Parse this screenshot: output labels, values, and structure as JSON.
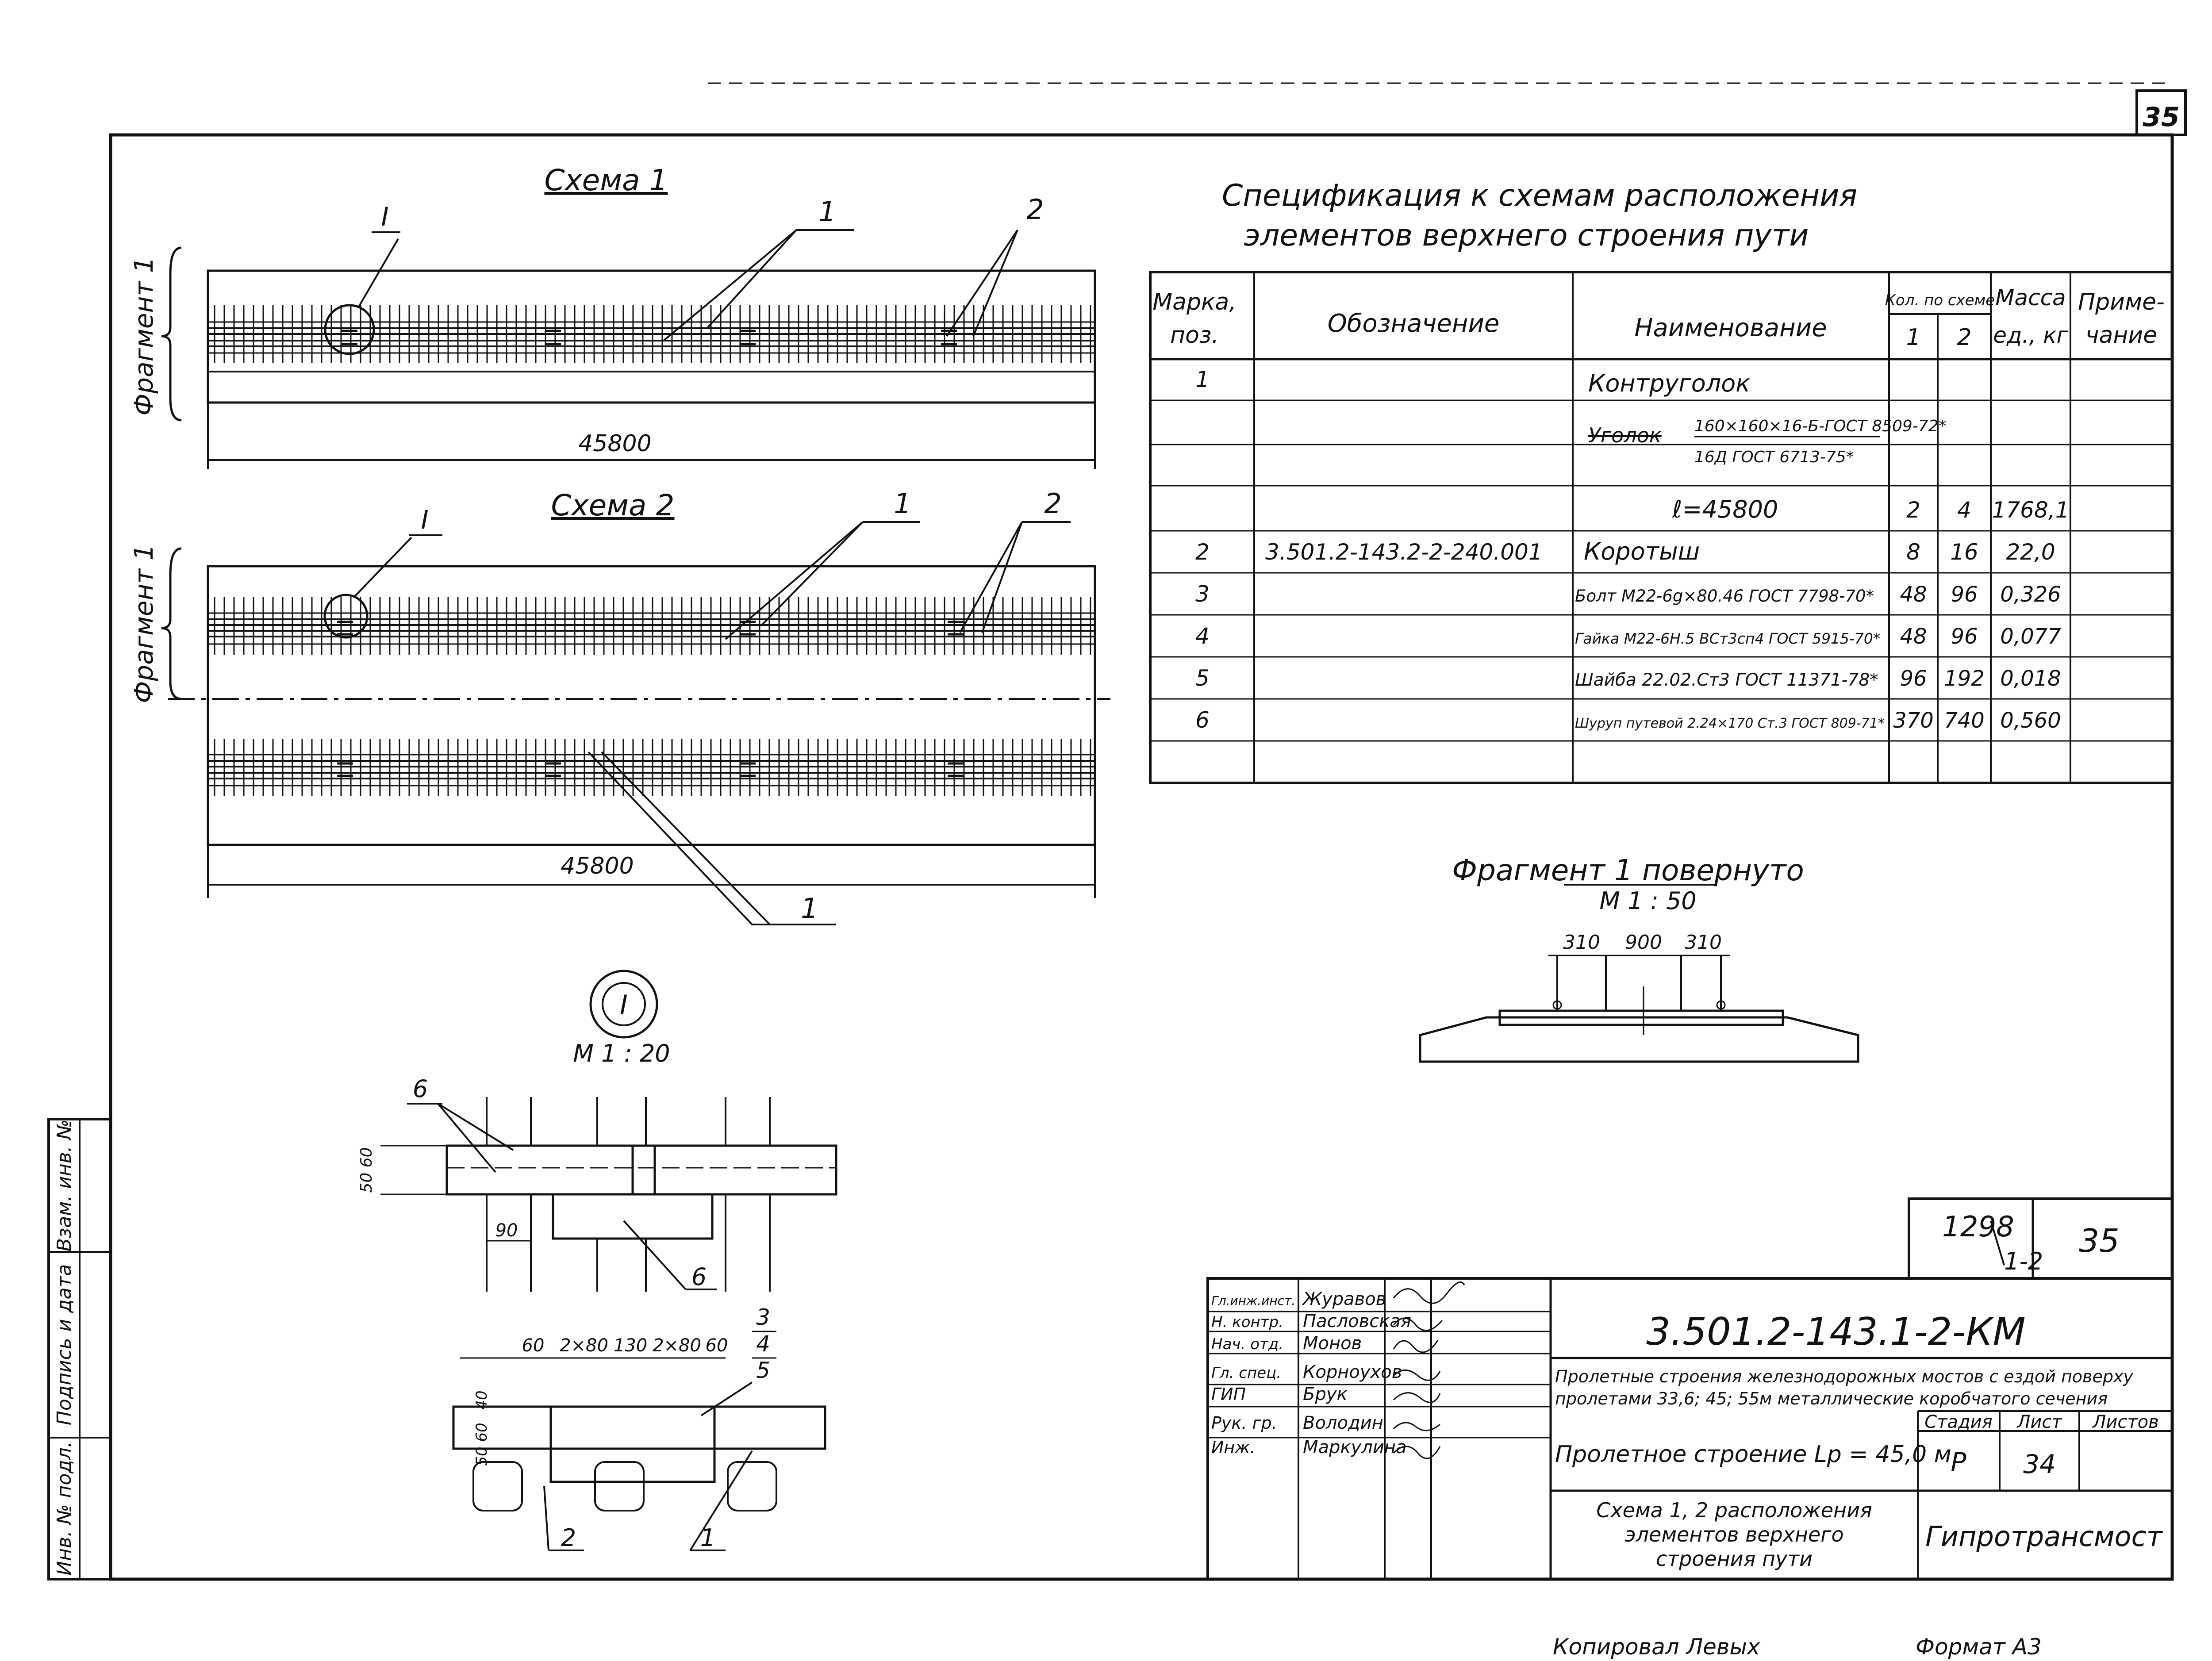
{
  "page": {
    "sheet_number": "35",
    "footer_copied": "Копировал  Левых",
    "footer_format": "Формат  А3"
  },
  "spec": {
    "title_line1": "Спецификация  к  схемам  расположения",
    "title_line2": "элементов  верхнего  строения  пути",
    "headers": {
      "marka": "Марка,",
      "poz": "поз.",
      "oboznachenie": "Обозначение",
      "naimenovanie": "Наименование",
      "qty": "Кол. по схеме",
      "qty1": "1",
      "qty2": "2",
      "massa1": "Масса",
      "massa2": "ед., кг",
      "prim1": "Приме-",
      "prim2": "чание"
    },
    "rows": [
      {
        "poz": "1",
        "oboz": "",
        "name": "Контруголок",
        "q1": "",
        "q2": "",
        "mass": "",
        "note": ""
      },
      {
        "poz": "",
        "oboz": "",
        "name": "Уголок",
        "name_num": "160×160×16-Б-ГОСТ 8509-72*",
        "name_den": "16Д  ГОСТ 6713-75*",
        "q1": "",
        "q2": "",
        "mass": "",
        "note": ""
      },
      {
        "poz": "",
        "oboz": "",
        "name": "ℓ=45800",
        "q1": "2",
        "q2": "4",
        "mass": "1768,1",
        "note": ""
      },
      {
        "poz": "2",
        "oboz": "3.501.2-143.2-2-240.001",
        "name": "Коротыш",
        "q1": "8",
        "q2": "16",
        "mass": "22,0",
        "note": ""
      },
      {
        "poz": "3",
        "oboz": "",
        "name": "Болт М22-6g×80.46 ГОСТ 7798-70*",
        "q1": "48",
        "q2": "96",
        "mass": "0,326",
        "note": ""
      },
      {
        "poz": "4",
        "oboz": "",
        "name": "Гайка М22-6Н.5 ВСт3сп4 ГОСТ 5915-70*",
        "q1": "48",
        "q2": "96",
        "mass": "0,077",
        "note": ""
      },
      {
        "poz": "5",
        "oboz": "",
        "name": "Шайба 22.02.Ст3 ГОСТ 11371-78*",
        "q1": "96",
        "q2": "192",
        "mass": "0,018",
        "note": ""
      },
      {
        "poz": "6",
        "oboz": "",
        "name": "Шуруп путевой 2.24×170 Ст.3 ГОСТ 809-71*",
        "q1": "370",
        "q2": "740",
        "mass": "0,560",
        "note": ""
      },
      {
        "poz": "",
        "oboz": "",
        "name": "",
        "q1": "",
        "q2": "",
        "mass": "",
        "note": ""
      }
    ]
  },
  "scheme1": {
    "title": "Схема 1",
    "side_label": "Фрагмент 1",
    "callout": "I",
    "leader_1": "1",
    "leader_2": "2",
    "dimension": "45800"
  },
  "scheme2": {
    "title": "Схема 2",
    "side_label": "Фрагмент 1",
    "callout": "I",
    "leader_1": "1",
    "leader_2": "2",
    "leader_1_bottom": "1",
    "dimension": "45800"
  },
  "fragment": {
    "title": "Фрагмент 1  повернуто",
    "scale": "М 1 : 50",
    "dim_left": "310",
    "dim_mid": "900",
    "dim_right": "310"
  },
  "detail": {
    "callout": "I",
    "scale": "М 1 : 20",
    "label_6a": "6",
    "label_6b": "6",
    "dim_5060": "50 60",
    "dim_90": "90",
    "dims_bottom": [
      "60",
      "2×80",
      "130",
      "2×80",
      "60"
    ],
    "dim_40": "40",
    "dim_5060b": "50 60",
    "labels_345": [
      "3",
      "4",
      "5"
    ],
    "label_2": "2",
    "label_1": "1"
  },
  "margin": {
    "vzam": "Взам. инв. №",
    "podpis": "Подпись и дата",
    "inv": "Инв. № подл."
  },
  "titleblock": {
    "doc_number": "3.501.2-143.1-2-КМ",
    "corner_num": "1298",
    "corner_den": "1-2",
    "corner_page": "35",
    "project_line1": "Пролетные  строения  железнодорожных  мостов с ездой поверху",
    "project_line2": "пролетами 33,6; 45; 55м металлические коробчатого  сечения",
    "sheet_name": "Пролетное строение  Lр = 45,0 м",
    "stage_label": "Стадия",
    "sheet_label": "Лист",
    "sheets_label": "Листов",
    "stage": "Р",
    "sheet": "34",
    "drawing_line1": "Схема  1, 2  расположения",
    "drawing_line2": "элементов  верхнего",
    "drawing_line3": "строения  пути",
    "organization": "Гипротрансмост",
    "people": [
      {
        "role": "Гл.инж.инст.",
        "name": "Журавов"
      },
      {
        "role": "Н. контр.",
        "name": "Пасловская"
      },
      {
        "role": "Нач. отд.",
        "name": "Монов"
      },
      {
        "role": "Гл. спец.",
        "name": "Корноухов"
      },
      {
        "role": "ГИП",
        "name": "Брук"
      },
      {
        "role": "Рук. гр.",
        "name": "Володин"
      },
      {
        "role": "Инж.",
        "name": "Маркулина"
      }
    ]
  }
}
